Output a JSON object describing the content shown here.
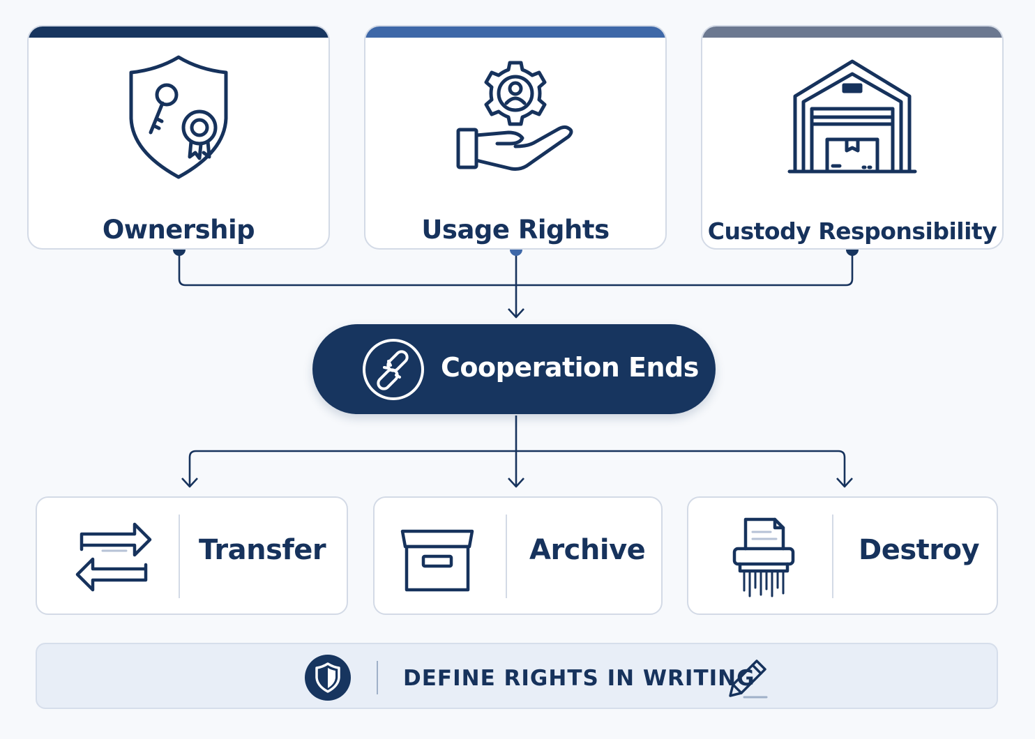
{
  "top_cards": [
    {
      "label": "Ownership",
      "icon": "shield-key-seal-icon",
      "accent": "#17355f"
    },
    {
      "label": "Usage Rights",
      "icon": "hand-gear-person-icon",
      "accent": "#3e68a8"
    },
    {
      "label": "Custody Responsibility",
      "icon": "warehouse-icon",
      "accent": "#6b7890"
    }
  ],
  "center": {
    "label": "Cooperation Ends",
    "icon": "broken-link-icon",
    "color": "#17355f"
  },
  "bottom_cards": [
    {
      "label": "Transfer",
      "icon": "transfer-arrows-icon"
    },
    {
      "label": "Archive",
      "icon": "archive-box-icon"
    },
    {
      "label": "Destroy",
      "icon": "paper-shredder-icon"
    }
  ],
  "footer": {
    "text": "DEFINE RIGHTS IN WRITING",
    "icon_left": "shield-icon",
    "icon_right": "pencil-icon"
  }
}
